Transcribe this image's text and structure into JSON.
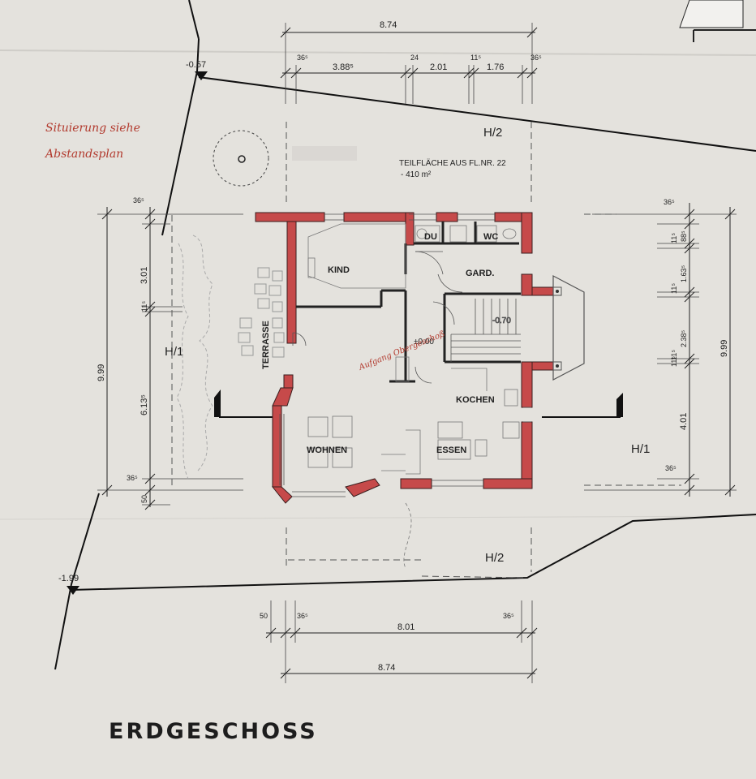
{
  "title": "ERDGESCHOSS",
  "handwritten_note": [
    "Situierung siehe",
    "Abstandsplan"
  ],
  "plot_note": [
    "TEILFLÄCHE AUS FL.NR. 22",
    "- 410 m²"
  ],
  "levels": {
    "left_top": "-0.57",
    "left_bottom": "-1.99",
    "hall": "±0.00",
    "stair": "-0.70"
  },
  "rooms": {
    "kind": "KIND",
    "du": "DU",
    "wc": "WC",
    "gard": "GARD.",
    "terrasse": "TERRASSE",
    "kochen": "KOCHEN",
    "wohnen": "WOHNEN",
    "essen": "ESSEN"
  },
  "stair_note": "Aufgang Obergeschoß",
  "sections": {
    "h1_left": "H/1",
    "h1_right": "H/1",
    "h2_top": "H/2",
    "h2_bottom": "H/2"
  },
  "dims_top": {
    "overall": "8.74",
    "s1": "36⁵",
    "s2": "3.88⁵",
    "s3": "24",
    "s4": "2.01",
    "s5": "11⁵",
    "s6": "1.76",
    "s7": "36⁵"
  },
  "dims_bottom": {
    "s1": "50",
    "s2": "36⁵",
    "inner": "8.01",
    "s3": "36⁵",
    "overall": "8.74"
  },
  "dims_left": {
    "overall": "9.99",
    "s1": "36⁵",
    "s2": "3.01",
    "s3": "11⁵",
    "s4": "6.13⁵",
    "s5": "36⁵",
    "s6": "50"
  },
  "dims_right": {
    "overall": "9.99",
    "s1": "36⁵",
    "s2": "11⁵",
    "s3": "88⁵",
    "s4": "11⁵",
    "s5": "1.63⁵",
    "s6": "11⁵",
    "s7": "2.38⁵",
    "s8": "11⁵",
    "s9": "4.01",
    "s10": "36⁵"
  }
}
